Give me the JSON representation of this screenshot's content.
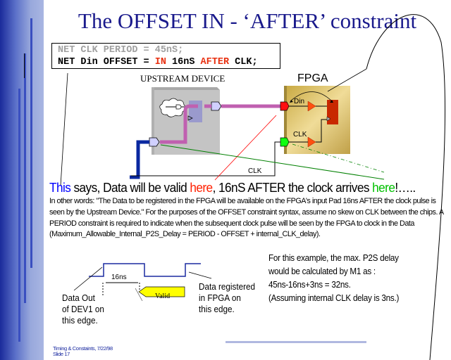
{
  "title": "The OFFSET IN - ‘AFTER’  constraint",
  "code": {
    "line1": "NET CLK PERIOD = 45nS;",
    "line2_a": "NET Din OFFSET = ",
    "line2_in": "IN",
    "line2_b": " 16nS ",
    "line2_after": "AFTER",
    "line2_c": " CLK;"
  },
  "diagram": {
    "upstream_label": "UPSTREAM DEVICE",
    "fpga_label": "FPGA",
    "din_label": "Din",
    "clk_label": "CLK",
    "clk_wire_label": "CLK"
  },
  "sentence": {
    "this": "This",
    "part1": " says, Data will be valid ",
    "here1": "here",
    "part2": ", 16nS AFTER the clock arrives ",
    "here2": "here",
    "part3": "!….."
  },
  "paragraph": "In other words: \"The Data to be registered in the FPGA will be available on the FPGA's input Pad 16ns AFTER the clock pulse is seen by the Upstream Device.\"    For the purposes of the OFFSET constraint syntax, assume no skew on CLK between the chips. A PERIOD constraint is required to indicate when the subsequent clock pulse will be seen by the FPGA to clock in the Data (Maximum_Allowable_Internal_P2S_Delay = PERIOD - OFFSET + internal_CLK_delay).",
  "example": [
    "For this example, the max. P2S delay",
    "would be calculated by M1 as :",
    "45ns-16ns+3ns = 32ns.",
    "(Assuming internal CLK delay is 3ns.)"
  ],
  "timing": {
    "interval": "16ns",
    "valid": "Valid",
    "left_note": [
      "Data Out",
      "of DEV1 on",
      "this edge."
    ],
    "right_note": [
      "Data registered",
      "in FPGA on",
      "this edge."
    ]
  },
  "footer": [
    "Timing & Constaints, 7/22/98",
    "Slide 17"
  ],
  "colors": {
    "title": "#1a1a8c",
    "blue": "#0000ff",
    "red": "#ff2000",
    "green": "#00c000"
  }
}
